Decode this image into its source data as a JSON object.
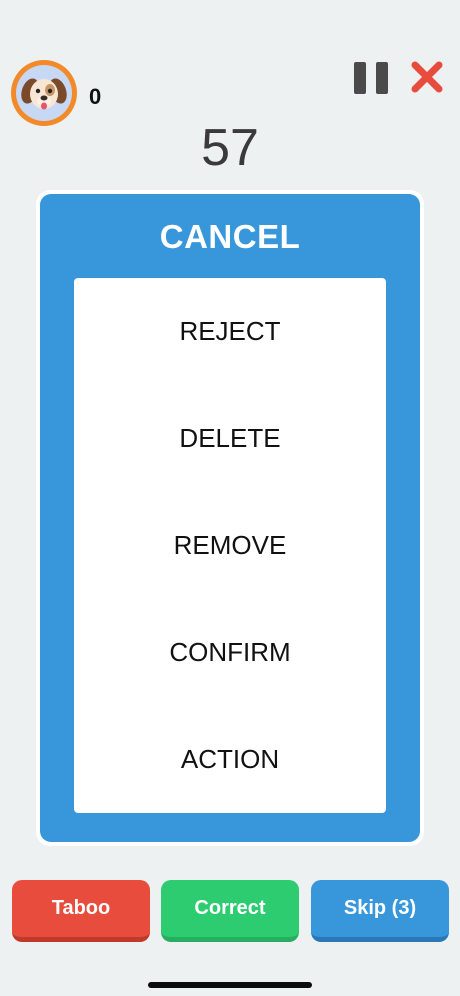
{
  "player": {
    "avatar_icon": "dog-face-icon",
    "score": "0"
  },
  "controls": {
    "pause_icon": "pause-icon",
    "close_icon": "close-x-icon",
    "close_color": "#e84c3d"
  },
  "timer": "57",
  "card": {
    "title": "CANCEL",
    "taboo_words": [
      "REJECT",
      "DELETE",
      "REMOVE",
      "CONFIRM",
      "ACTION"
    ],
    "accent_color": "#3897db"
  },
  "buttons": {
    "taboo": "Taboo",
    "correct": "Correct",
    "skip": "Skip (3)"
  },
  "colors": {
    "taboo": "#e84c3d",
    "correct": "#2ecc71",
    "skip": "#3897db",
    "avatar_ring": "#f38a2a"
  }
}
